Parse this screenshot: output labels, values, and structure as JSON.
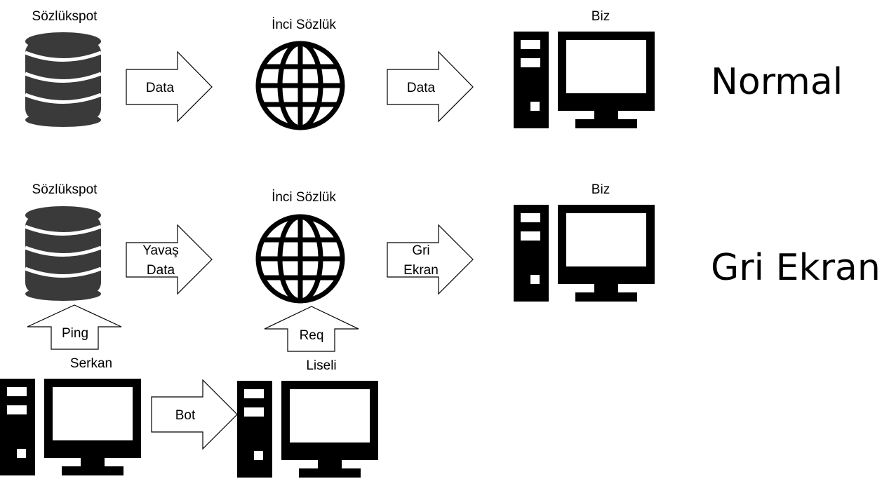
{
  "colors": {
    "ink": "#000000",
    "database": "#3a3a3a",
    "background": "#ffffff"
  },
  "rows": {
    "normal": {
      "source_label": "Sözlükspot",
      "middle_label": "İnci Sözlük",
      "target_label": "Biz",
      "arrow1_label": "Data",
      "arrow2_label": "Data",
      "caption": "Normal"
    },
    "gray": {
      "source_label": "Sözlükspot",
      "middle_label": "İnci Sözlük",
      "target_label": "Biz",
      "arrow1_line1": "Yavaş",
      "arrow1_line2": "Data",
      "arrow2_line1": "Gri",
      "arrow2_line2": "Ekran",
      "caption": "Gri Ekran"
    }
  },
  "attack": {
    "ping_label": "Ping",
    "req_label": "Req",
    "attacker_label": "Serkan",
    "relay_label": "Liseli",
    "bot_label": "Bot"
  },
  "icons": [
    "database-icon",
    "globe-icon",
    "desktop-computer-icon"
  ]
}
